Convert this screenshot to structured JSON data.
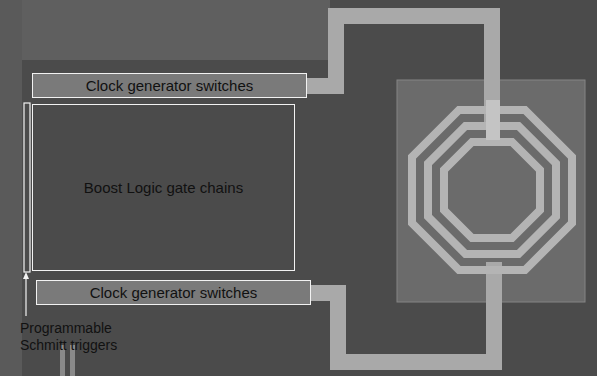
{
  "diagram": {
    "nodes": [
      {
        "text": [
          "Clock generator switches"
        ]
      },
      {
        "text": [
          "Boost Logic gate chains"
        ]
      },
      {
        "text": [
          "Clock generator switches"
        ]
      }
    ],
    "labels": [
      "Programmable Schmitt triggers"
    ]
  }
}
